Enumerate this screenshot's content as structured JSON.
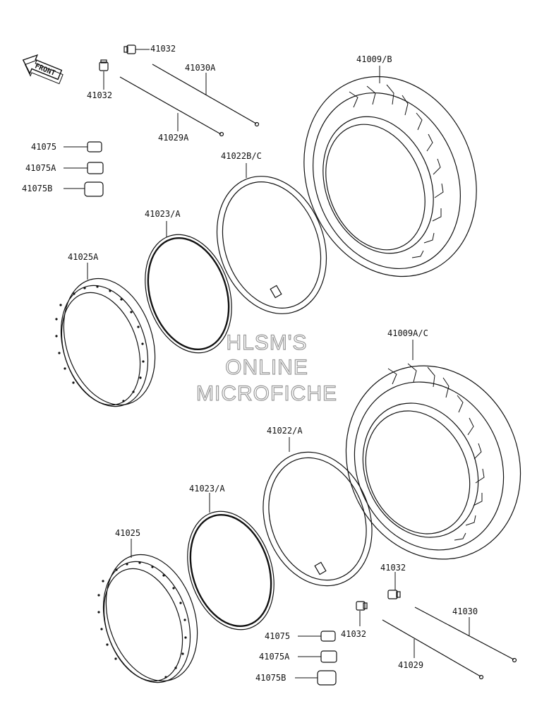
{
  "direction_marker": {
    "text": "FRONT"
  },
  "watermark": {
    "lines": [
      "HLSM'S",
      "ONLINE",
      "MICROFICHE"
    ]
  },
  "labels": {
    "p41032_a": "41032",
    "p41032_b": "41032",
    "p41030A": "41030A",
    "p41029A": "41029A",
    "p41009_B": "41009/B",
    "p41075_a": "41075",
    "p41075A_a": "41075A",
    "p41075B_a": "41075B",
    "p41022_BC": "41022B/C",
    "p41023_A_a": "41023/A",
    "p41025A": "41025A",
    "p41009A_C": "41009A/C",
    "p41022_A": "41022/A",
    "p41023_A_b": "41023/A",
    "p41025": "41025",
    "p41032_c": "41032",
    "p41032_d": "41032",
    "p41030": "41030",
    "p41029": "41029",
    "p41075_b": "41075",
    "p41075A_b": "41075A",
    "p41075B_b": "41075B"
  }
}
